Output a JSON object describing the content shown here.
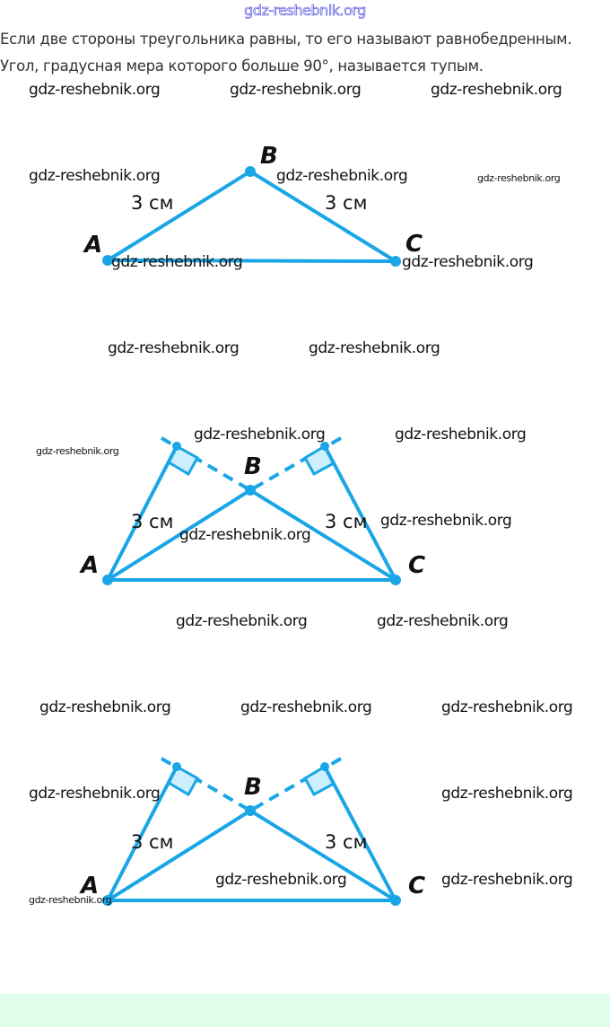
{
  "header": {
    "watermark": "gdz-reshebnik.org"
  },
  "text": {
    "line1": "Если две стороны треугольника равны, то его называют равнобедренным.",
    "line2": "Угол, градусная мера которого больше 90°, называется тупым."
  },
  "figures": [
    {
      "A": "A",
      "B": "B",
      "C": "C",
      "side_ab": "3 см",
      "side_bc": "3 см"
    },
    {
      "A": "A",
      "B": "B",
      "C": "C",
      "side_ab": "3 см",
      "side_bc": "3 см"
    },
    {
      "A": "A",
      "B": "B",
      "C": "C",
      "side_ab": "3 см",
      "side_bc": "3 см"
    }
  ],
  "watermarks": [
    "gdz-reshebnik.org",
    "gdz-reshebnik.org",
    "gdz-reshebnik.org",
    "gdz-reshebnik.org",
    "gdz-reshebnik.org",
    "gdz-reshebnik.org",
    "gdz-reshebnik.org",
    "gdz-reshebnik.org",
    "gdz-reshebnik.org",
    "gdz-reshebnik.org",
    "gdz-reshebnik.org",
    "gdz-reshebnik.org",
    "gdz-reshebnik.org",
    "gdz-reshebnik.org",
    "gdz-reshebnik.org",
    "gdz-reshebnik.org",
    "gdz-reshebnik.org",
    "gdz-reshebnik.org",
    "gdz-reshebnik.org",
    "gdz-reshebnik.org",
    "gdz-reshebnik.org",
    "gdz-reshebnik.org",
    "gdz-reshebnik.org",
    "gdz-reshebnik.org",
    "gdz-reshebnik.org"
  ],
  "colors": {
    "figure": "#1aa6e6",
    "angle_fill": "#cdeefc"
  }
}
